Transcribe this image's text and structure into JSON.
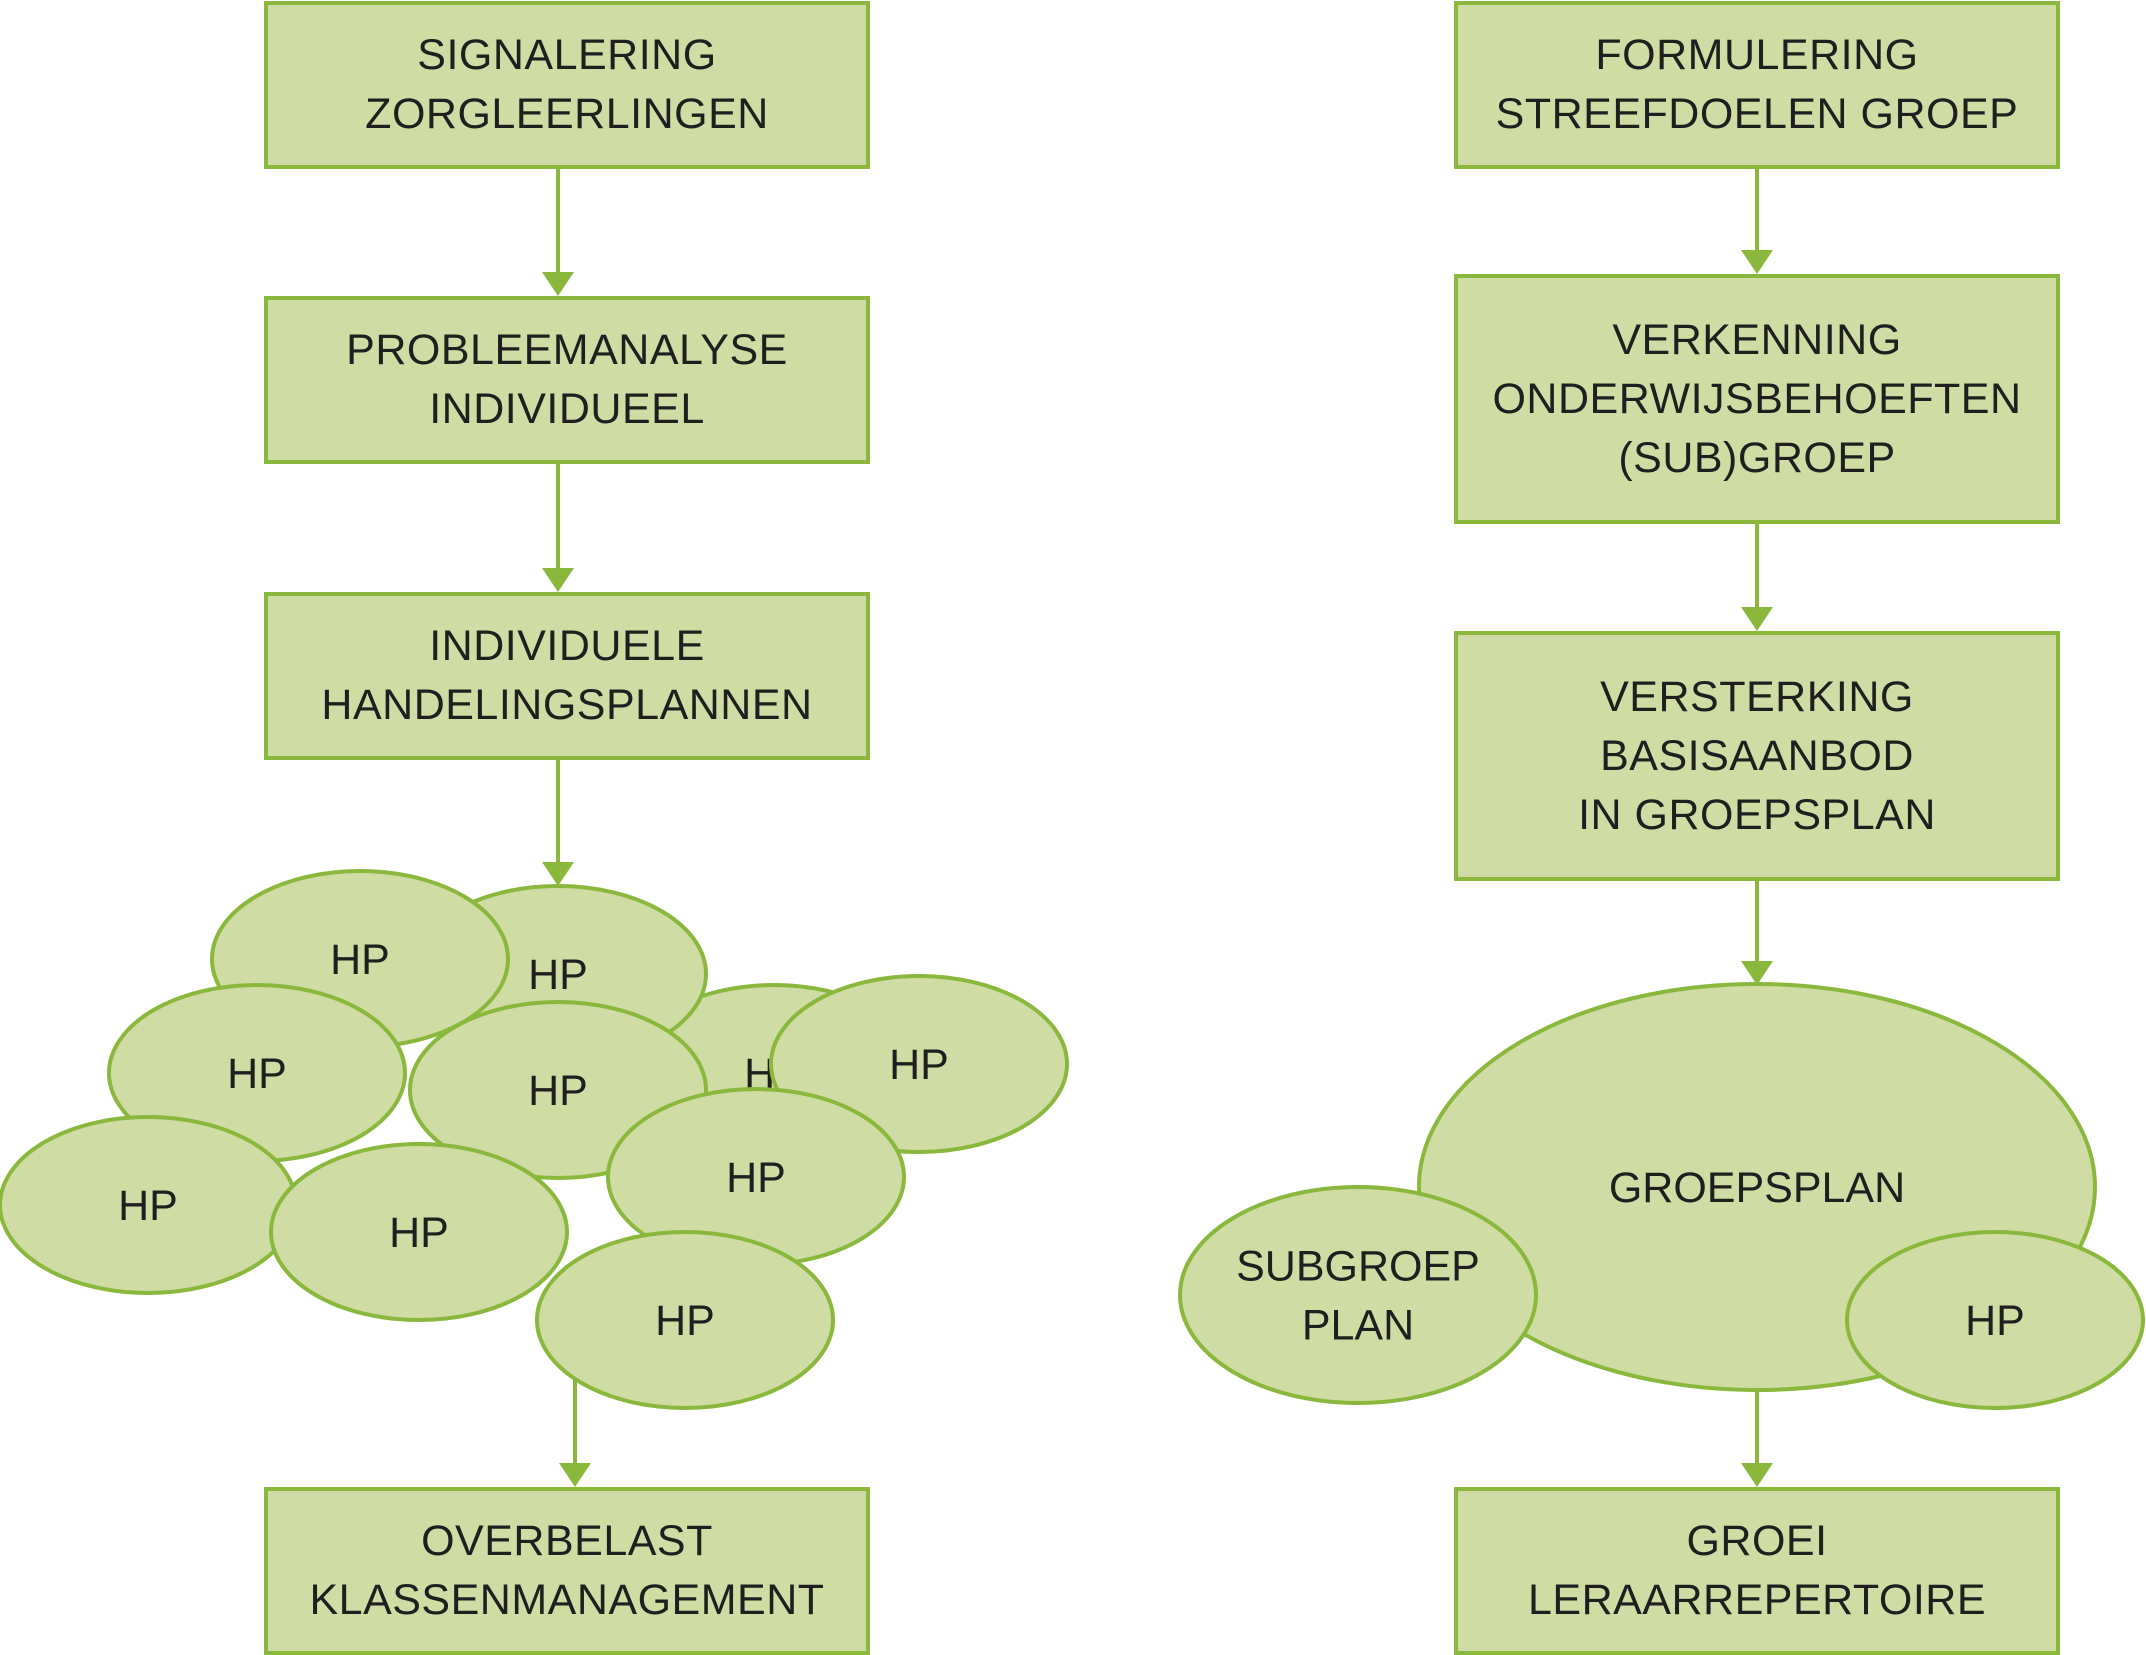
{
  "colors": {
    "fill": "#cfdca3",
    "stroke": "#8ab83c",
    "arrow": "#8ab83c",
    "text": "#1f1f1f"
  },
  "left": {
    "boxes": [
      {
        "lines": [
          "SIGNALERING",
          "ZORGLEERLINGEN"
        ]
      },
      {
        "lines": [
          "PROBLEEMANALYSE",
          "INDIVIDUEEL"
        ]
      },
      {
        "lines": [
          "INDIVIDUELE",
          "HANDELINGSPLANNEN"
        ]
      },
      {
        "lines": [
          "OVERBELAST",
          "KLASSENMANAGEMENT"
        ]
      }
    ],
    "hp_label": "HP"
  },
  "right": {
    "boxes": [
      {
        "lines": [
          "FORMULERING",
          "STREEFDOELEN GROEP"
        ]
      },
      {
        "lines": [
          "VERKENNING",
          "ONDERWIJSBEHOEFTEN",
          "(SUB)GROEP"
        ]
      },
      {
        "lines": [
          "VERSTERKING",
          "BASISAANBOD",
          "IN GROEPSPLAN"
        ]
      },
      {
        "lines": [
          "GROEI",
          "LERAARREPERTOIRE"
        ]
      }
    ],
    "groepsplan_label": "GROEPSPLAN",
    "subgroep_lines": [
      "SUBGROEP",
      "PLAN"
    ],
    "hp_label": "HP"
  }
}
